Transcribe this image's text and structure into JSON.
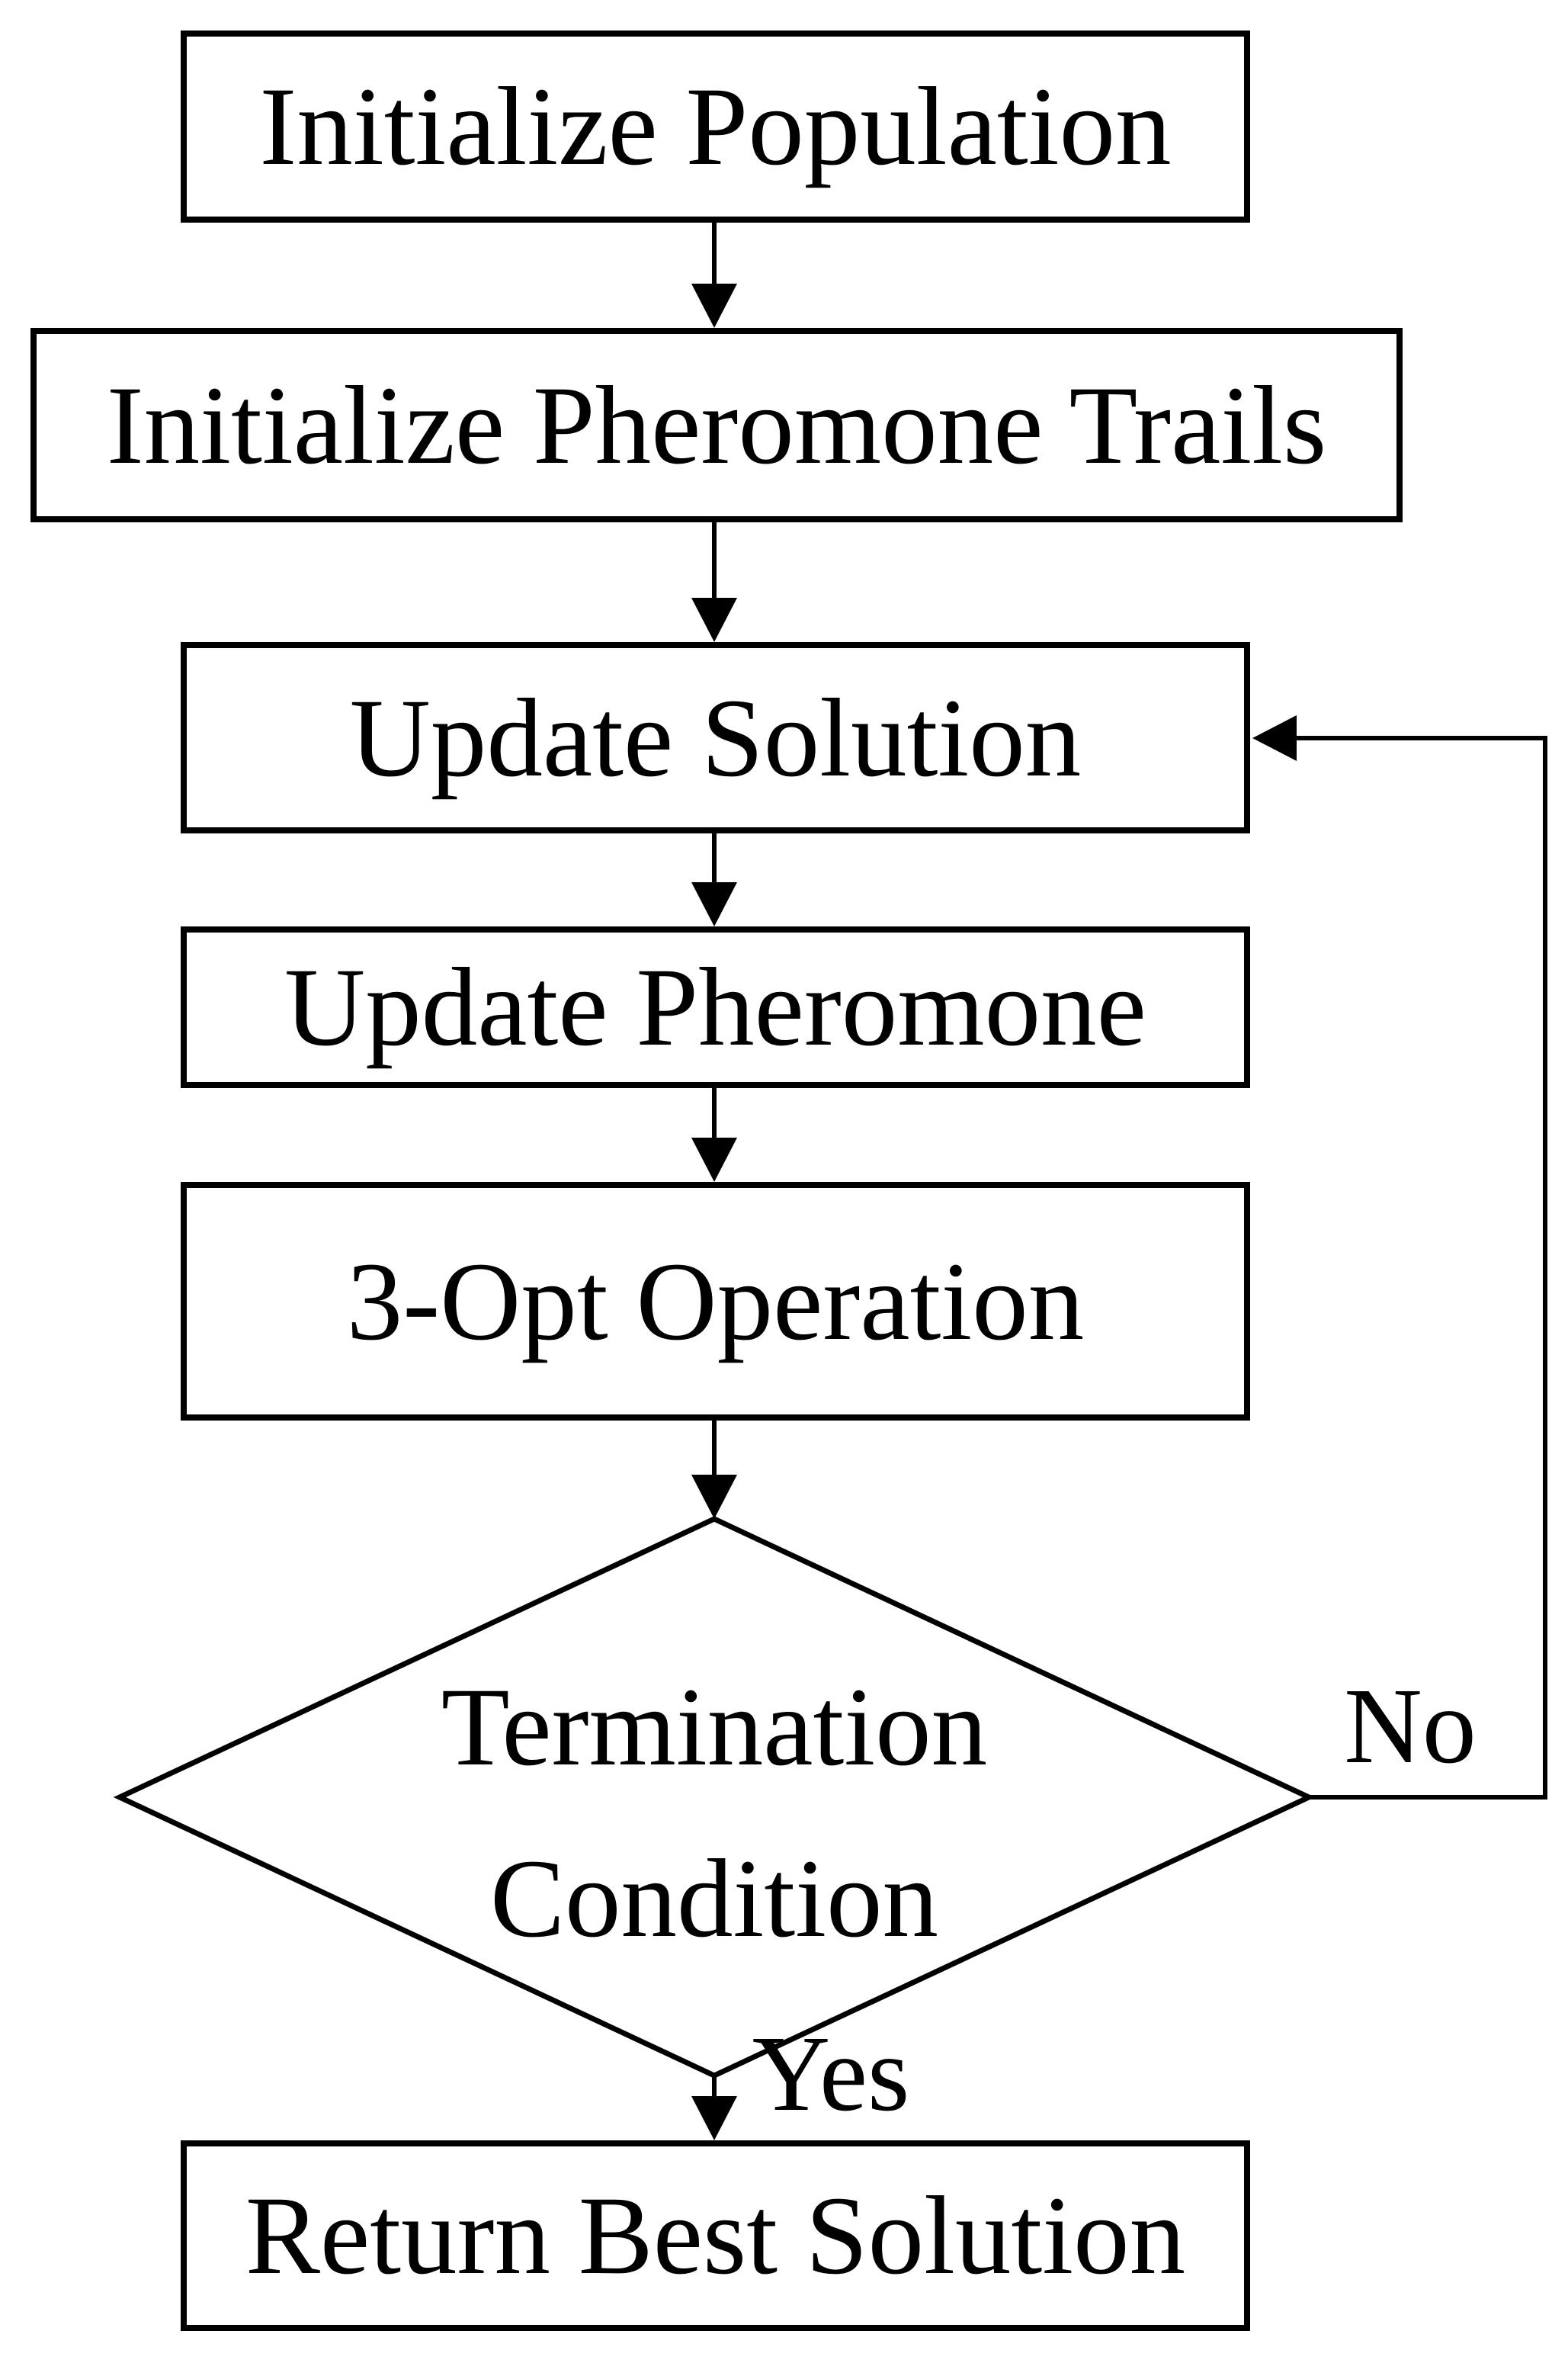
{
  "diagram": {
    "type": "flowchart",
    "background_color": "#ffffff",
    "stroke_color": "#000000",
    "text_color": "#000000",
    "nodes": [
      {
        "id": "initialize-population",
        "shape": "rect",
        "label": "Initialize Population"
      },
      {
        "id": "initialize-pheromone-trails",
        "shape": "rect",
        "label": "Initialize Pheromone Trails"
      },
      {
        "id": "update-solution",
        "shape": "rect",
        "label": "Update Solution"
      },
      {
        "id": "update-pheromone",
        "shape": "rect",
        "label": "Update Pheromone"
      },
      {
        "id": "three-opt-operation",
        "shape": "rect",
        "label": "3-Opt Operation"
      },
      {
        "id": "termination-condition",
        "shape": "diamond",
        "label": "Termination Condition",
        "line1": "Termination",
        "line2": "Condition"
      },
      {
        "id": "return-best-solution",
        "shape": "rect",
        "label": "Return Best Solution"
      }
    ],
    "edges": [
      {
        "from": "initialize-population",
        "to": "initialize-pheromone-trails",
        "label": ""
      },
      {
        "from": "initialize-pheromone-trails",
        "to": "update-solution",
        "label": ""
      },
      {
        "from": "update-solution",
        "to": "update-pheromone",
        "label": ""
      },
      {
        "from": "update-pheromone",
        "to": "three-opt-operation",
        "label": ""
      },
      {
        "from": "three-opt-operation",
        "to": "termination-condition",
        "label": ""
      },
      {
        "from": "termination-condition",
        "to": "return-best-solution",
        "label": "Yes"
      },
      {
        "from": "termination-condition",
        "to": "update-solution",
        "label": "No"
      }
    ],
    "edge_labels": {
      "yes": "Yes",
      "no": "No"
    }
  }
}
